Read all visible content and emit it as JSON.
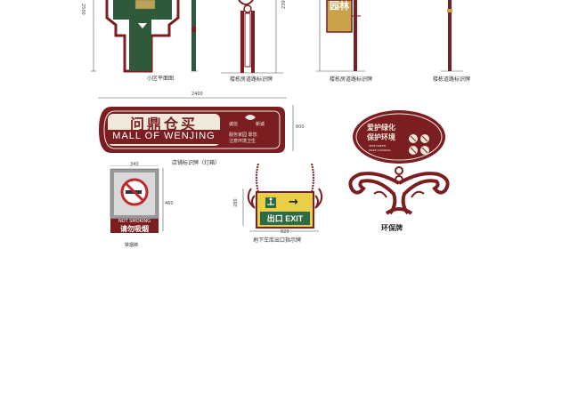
{
  "colors": {
    "maroon": "#7a1e22",
    "green": "#2f5a3a",
    "gold": "#c9a24a",
    "grey": "#9a9a9a",
    "cream": "#efe9dc",
    "yellow": "#e8cf4a",
    "exit_green": "#2e6b44"
  },
  "top": {
    "dim_left": "2500",
    "dim_mid": "2300",
    "sign1_caption": "小区平面图",
    "sign2_caption": "楼栋房道路标识牌",
    "sign3_caption": "楼栋房道路标识牌",
    "sign3_text": "园林",
    "sign4_caption": "楼栋道路标识牌"
  },
  "shop_sign": {
    "dim_top": "2400",
    "dim_right": "600",
    "title_cn": "问鼎仓买",
    "title_en": "MALL OF WENJING",
    "small_top_left": "诚信",
    "small_top_right": "新诚",
    "small_line1": "服务家园 靠您",
    "small_line2": "注意环境卫生",
    "caption": "店铺标识牌（灯箱）"
  },
  "no_smoking": {
    "dim_top": "340",
    "dim_right": "460",
    "label_en": "NOT SMOKING",
    "label_cn": "请勿吸烟",
    "caption": "禁烟牌"
  },
  "exit_sign": {
    "dim_left": "280",
    "dim_bottom": "820",
    "text": "出口 EXIT",
    "arrow": "→",
    "caption": "地下车库出口指示牌"
  },
  "eco_sign": {
    "line1": "爱护绿化",
    "line2": "保护环境",
    "small1": "KEEP GREEN",
    "small2": "MAKE CLEANING",
    "caption": "环保牌"
  }
}
